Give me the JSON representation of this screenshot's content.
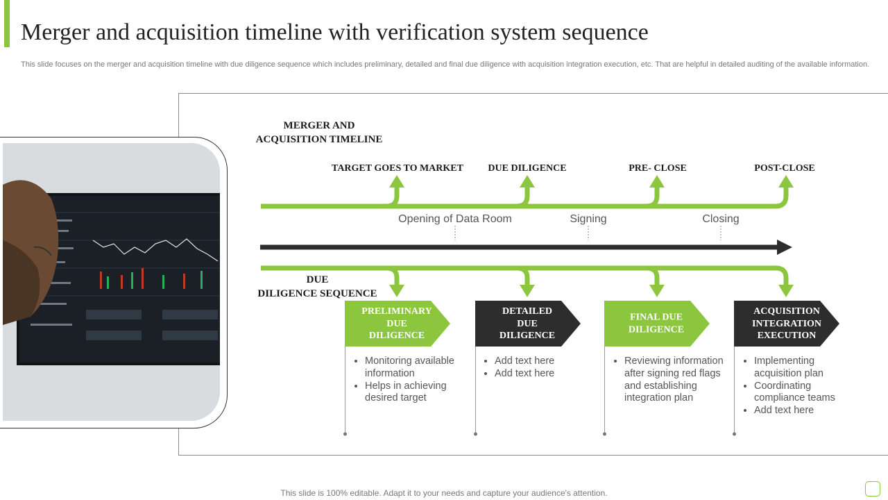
{
  "header": {
    "title": "Merger and acquisition timeline with verification system sequence",
    "subtitle": "This slide focuses on the merger and acquisition timeline with due diligence sequence which includes preliminary, detailed and final due diligence with acquisition integration execution, etc. That are helpful in detailed auditing of the available information."
  },
  "colors": {
    "accent": "#8cc63f",
    "dark": "#2d2d2d",
    "text": "#555555"
  },
  "diagram": {
    "timeline_label": "MERGER AND\nACQUISITION  TIMELINE",
    "sequence_label": "DUE\nDILIGENCE  SEQUENCE",
    "phases": [
      "TARGET GOES TO MARKET",
      "DUE DILIGENCE",
      "PRE- CLOSE",
      "POST-CLOSE"
    ],
    "milestones": [
      "Opening of Data Room",
      "Signing",
      "Closing"
    ],
    "stages": [
      {
        "title": "PRELIMINARY\nDUE\nDILIGENCE",
        "style": "green",
        "bullets": [
          "Monitoring available information",
          "Helps in achieving desired target"
        ]
      },
      {
        "title": "DETAILED\nDUE\nDILIGENCE",
        "style": "dark",
        "bullets": [
          "Add text here",
          "Add text here"
        ]
      },
      {
        "title": "FINAL DUE\nDILIGENCE",
        "style": "green",
        "bullets": [
          "Reviewing information after signing red flags and establishing integration plan"
        ]
      },
      {
        "title": "ACQUISITION\nINTEGRATION\nEXECUTION",
        "style": "dark",
        "bullets": [
          "Implementing acquisition plan",
          "Coordinating compliance teams",
          "Add text here"
        ]
      }
    ]
  },
  "footer": {
    "note": "This slide is 100% editable. Adapt it to your needs and capture your audience's attention."
  }
}
